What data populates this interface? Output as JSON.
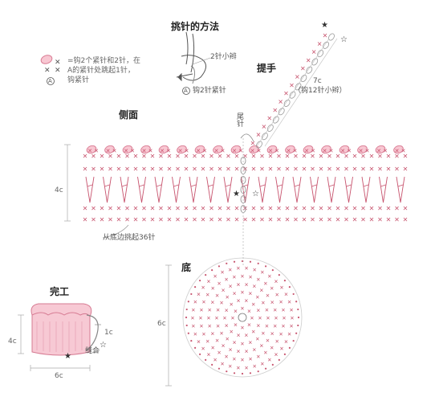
{
  "headings": {
    "method": "挑针的方法",
    "handle": "提手",
    "side": "侧面",
    "bottom": "底",
    "finish": "完工"
  },
  "legend": {
    "symbol_letter": "A",
    "line1": "=钩2个紧针和2针，在",
    "line2": "A的紧针处跳起1针，",
    "line3": "钩紧针"
  },
  "method": {
    "label_a": "2针小辫",
    "label_b": "钩2针紧针",
    "label_a_letter": "A"
  },
  "handle": {
    "length": "7c",
    "desc": "（钩12针小辫）",
    "tail": "尾针"
  },
  "side": {
    "height": "4c",
    "pickup": "从底边挑起36针"
  },
  "bottom": {
    "height": "6c"
  },
  "finish": {
    "height": "4c",
    "width": "6c",
    "handle_len": "1c",
    "seam": "缝合"
  },
  "colors": {
    "pink": "#e87c96",
    "stitch": "#c8556f",
    "grey": "#9a9a9a",
    "dark": "#333333"
  }
}
